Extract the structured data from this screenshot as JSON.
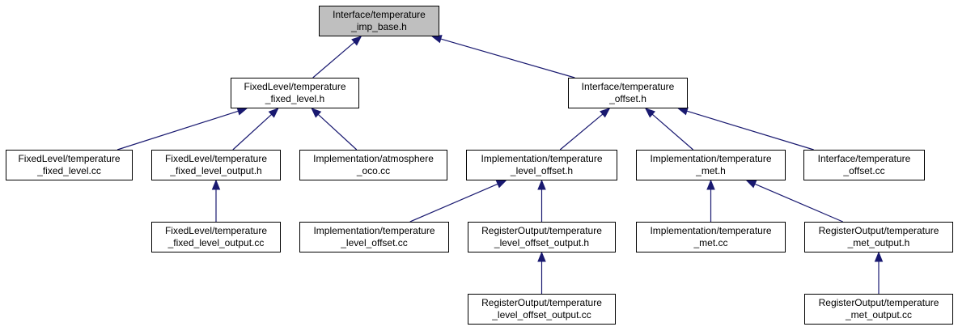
{
  "colors": {
    "edge": "#191970",
    "root_fill": "#bfbfbf",
    "node_fill": "#ffffff",
    "border": "#000000"
  },
  "nodes": {
    "root": [
      "Interface/temperature",
      "_imp_base.h"
    ],
    "fixed_level_h": [
      "FixedLevel/temperature",
      "_fixed_level.h"
    ],
    "offset_h": [
      "Interface/temperature",
      "_offset.h"
    ],
    "fixed_level_cc": [
      "FixedLevel/temperature",
      "_fixed_level.cc"
    ],
    "fixed_level_output_h": [
      "FixedLevel/temperature",
      "_fixed_level_output.h"
    ],
    "atmosphere_oco_cc": [
      "Implementation/atmosphere",
      "_oco.cc"
    ],
    "level_offset_h": [
      "Implementation/temperature",
      "_level_offset.h"
    ],
    "met_h": [
      "Implementation/temperature",
      "_met.h"
    ],
    "offset_cc": [
      "Interface/temperature",
      "_offset.cc"
    ],
    "fixed_level_output_cc": [
      "FixedLevel/temperature",
      "_fixed_level_output.cc"
    ],
    "level_offset_cc": [
      "Implementation/temperature",
      "_level_offset.cc"
    ],
    "level_offset_output_h": [
      "RegisterOutput/temperature",
      "_level_offset_output.h"
    ],
    "met_cc": [
      "Implementation/temperature",
      "_met.cc"
    ],
    "met_output_h": [
      "RegisterOutput/temperature",
      "_met_output.h"
    ],
    "level_offset_output_cc": [
      "RegisterOutput/temperature",
      "_level_offset_output.cc"
    ],
    "met_output_cc": [
      "RegisterOutput/temperature",
      "_met_output.cc"
    ]
  },
  "edges": [
    [
      "fixed_level_h",
      "root"
    ],
    [
      "offset_h",
      "root"
    ],
    [
      "fixed_level_cc",
      "fixed_level_h"
    ],
    [
      "fixed_level_output_h",
      "fixed_level_h"
    ],
    [
      "atmosphere_oco_cc",
      "fixed_level_h"
    ],
    [
      "fixed_level_output_cc",
      "fixed_level_output_h"
    ],
    [
      "level_offset_h",
      "offset_h"
    ],
    [
      "met_h",
      "offset_h"
    ],
    [
      "offset_cc",
      "offset_h"
    ],
    [
      "level_offset_cc",
      "level_offset_h"
    ],
    [
      "level_offset_output_h",
      "level_offset_h"
    ],
    [
      "level_offset_output_cc",
      "level_offset_output_h"
    ],
    [
      "met_cc",
      "met_h"
    ],
    [
      "met_output_h",
      "met_h"
    ],
    [
      "met_output_cc",
      "met_output_h"
    ]
  ]
}
